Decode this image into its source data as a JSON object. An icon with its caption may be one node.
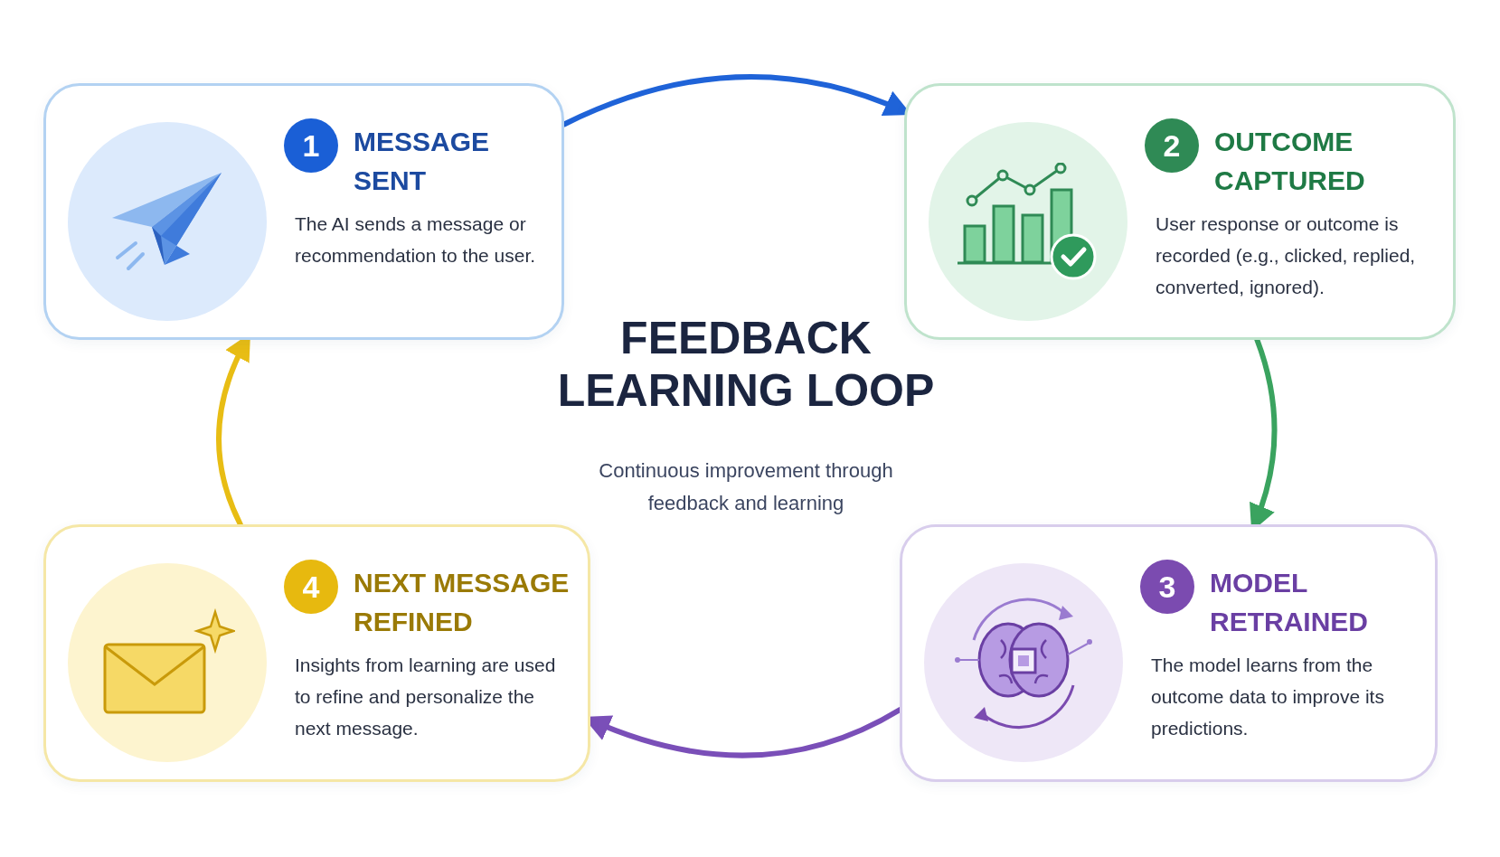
{
  "diagram": {
    "title": "FEEDBACK LEARNING LOOP",
    "caption": "Continuous improvement through feedback and learning",
    "nodes": [
      {
        "text": [
          "1",
          "MESSAGE SENT",
          "The AI sends a message or recommendation to the user."
        ]
      },
      {
        "text": [
          "2",
          "OUTCOME CAPTURED",
          "User response or outcome is recorded (e.g., clicked, replied, converted, ignored)."
        ]
      },
      {
        "text": [
          "4",
          "NEXT MESSAGE REFINED",
          "Insights from learning are used to refine and personalize the next message."
        ]
      },
      {
        "text": [
          "3",
          "MODEL RETRAINED",
          "The model learns from the outcome data to improve its predictions."
        ]
      }
    ],
    "edges": [
      {
        "from": 0,
        "to": 1,
        "arrow": "to",
        "color": "#1f63d8"
      },
      {
        "from": 1,
        "to": 3,
        "arrow": "to",
        "color": "#3aa35f"
      },
      {
        "from": 3,
        "to": 2,
        "arrow": "to",
        "color": "#7a4fb8"
      },
      {
        "from": 2,
        "to": 0,
        "arrow": "to",
        "color": "#e8bd14"
      }
    ]
  }
}
